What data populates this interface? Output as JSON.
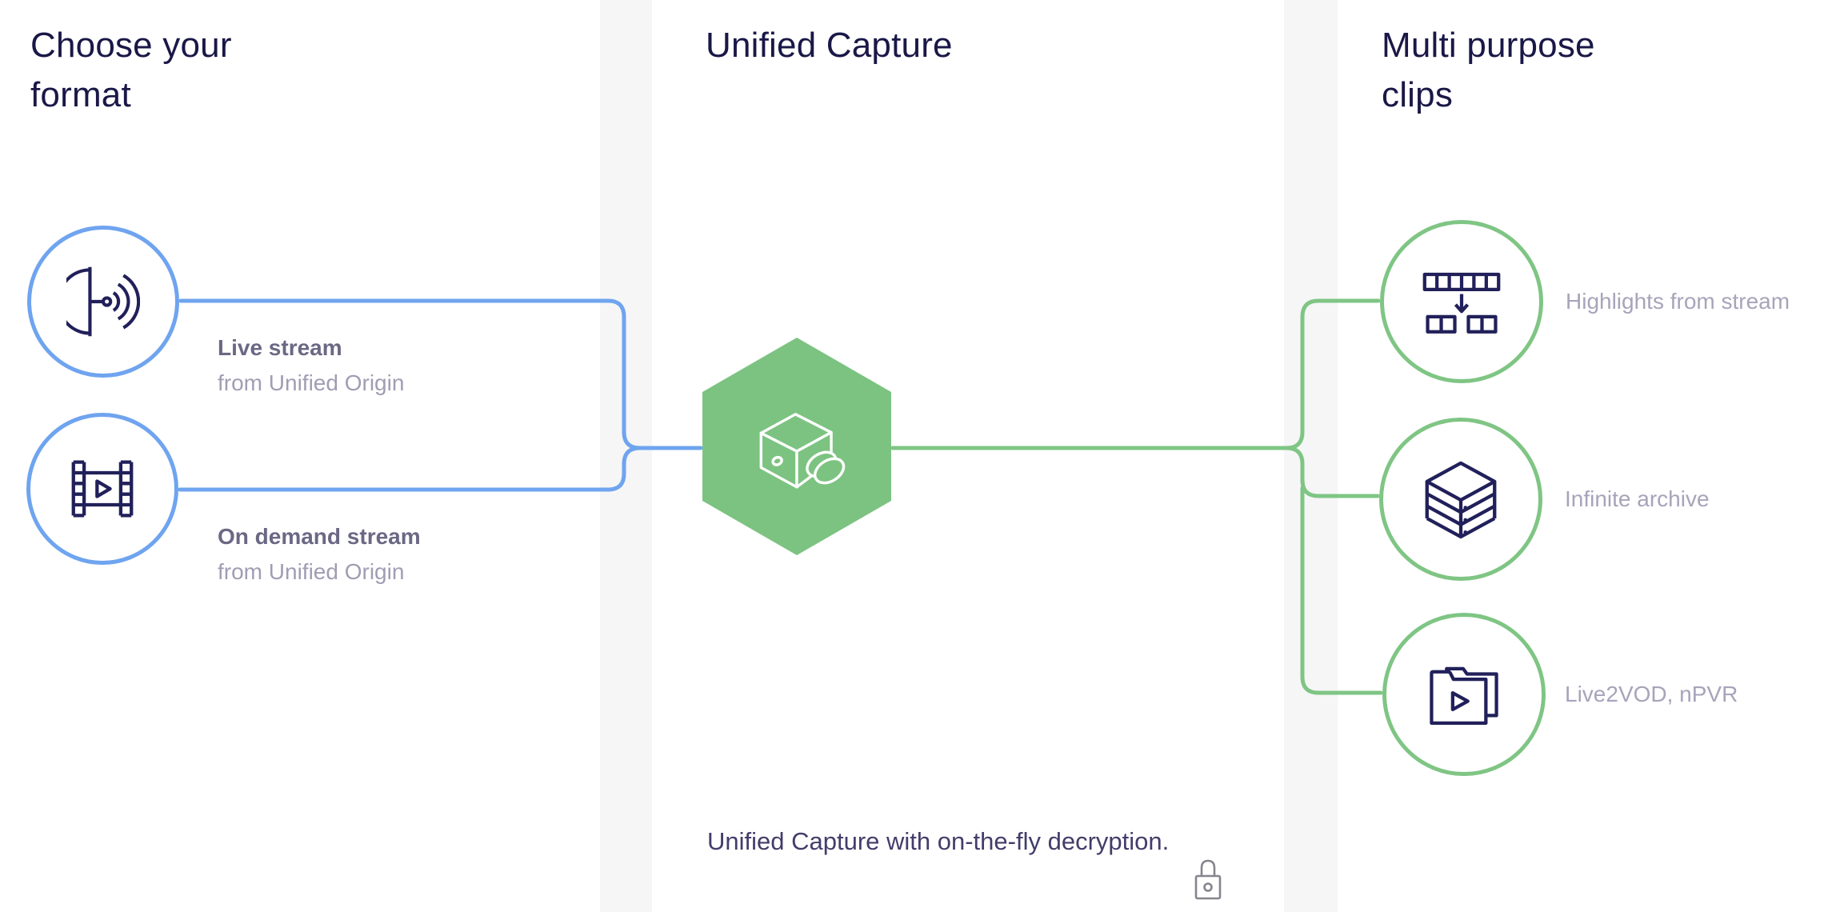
{
  "palette": {
    "blue_accent": "#6FA4EF",
    "green_accent": "#7FC584",
    "hexagon_green": "#7CC381",
    "icon_navy": "#21205A",
    "title_navy": "#191847",
    "label_strong": "#6B6884",
    "label_muted": "#A09DB3",
    "right_label_gray": "#A7A4BA",
    "caption_text": "#433D6A",
    "gutter_gray": "#F6F6F6",
    "lock_gray": "#85858E"
  },
  "left": {
    "title": "Choose your\nformat",
    "nodes": [
      {
        "icon": "broadcast-icon",
        "label": "Live stream",
        "sublabel": "from Unified Origin"
      },
      {
        "icon": "film-strip-icon",
        "label": "On demand stream",
        "sublabel": "from Unified Origin"
      }
    ]
  },
  "center": {
    "title": "Unified Capture",
    "hexagon_icon": "camera-icon",
    "caption": "Unified Capture with on-the-fly decryption.",
    "lock_icon": "lock-icon"
  },
  "right": {
    "title": "Multi purpose\nclips",
    "nodes": [
      {
        "icon": "highlights-icon",
        "label": "Highlights from stream"
      },
      {
        "icon": "archive-stack-icon",
        "label": "Infinite archive"
      },
      {
        "icon": "folder-video-icon",
        "label": "Live2VOD, nPVR"
      }
    ]
  }
}
